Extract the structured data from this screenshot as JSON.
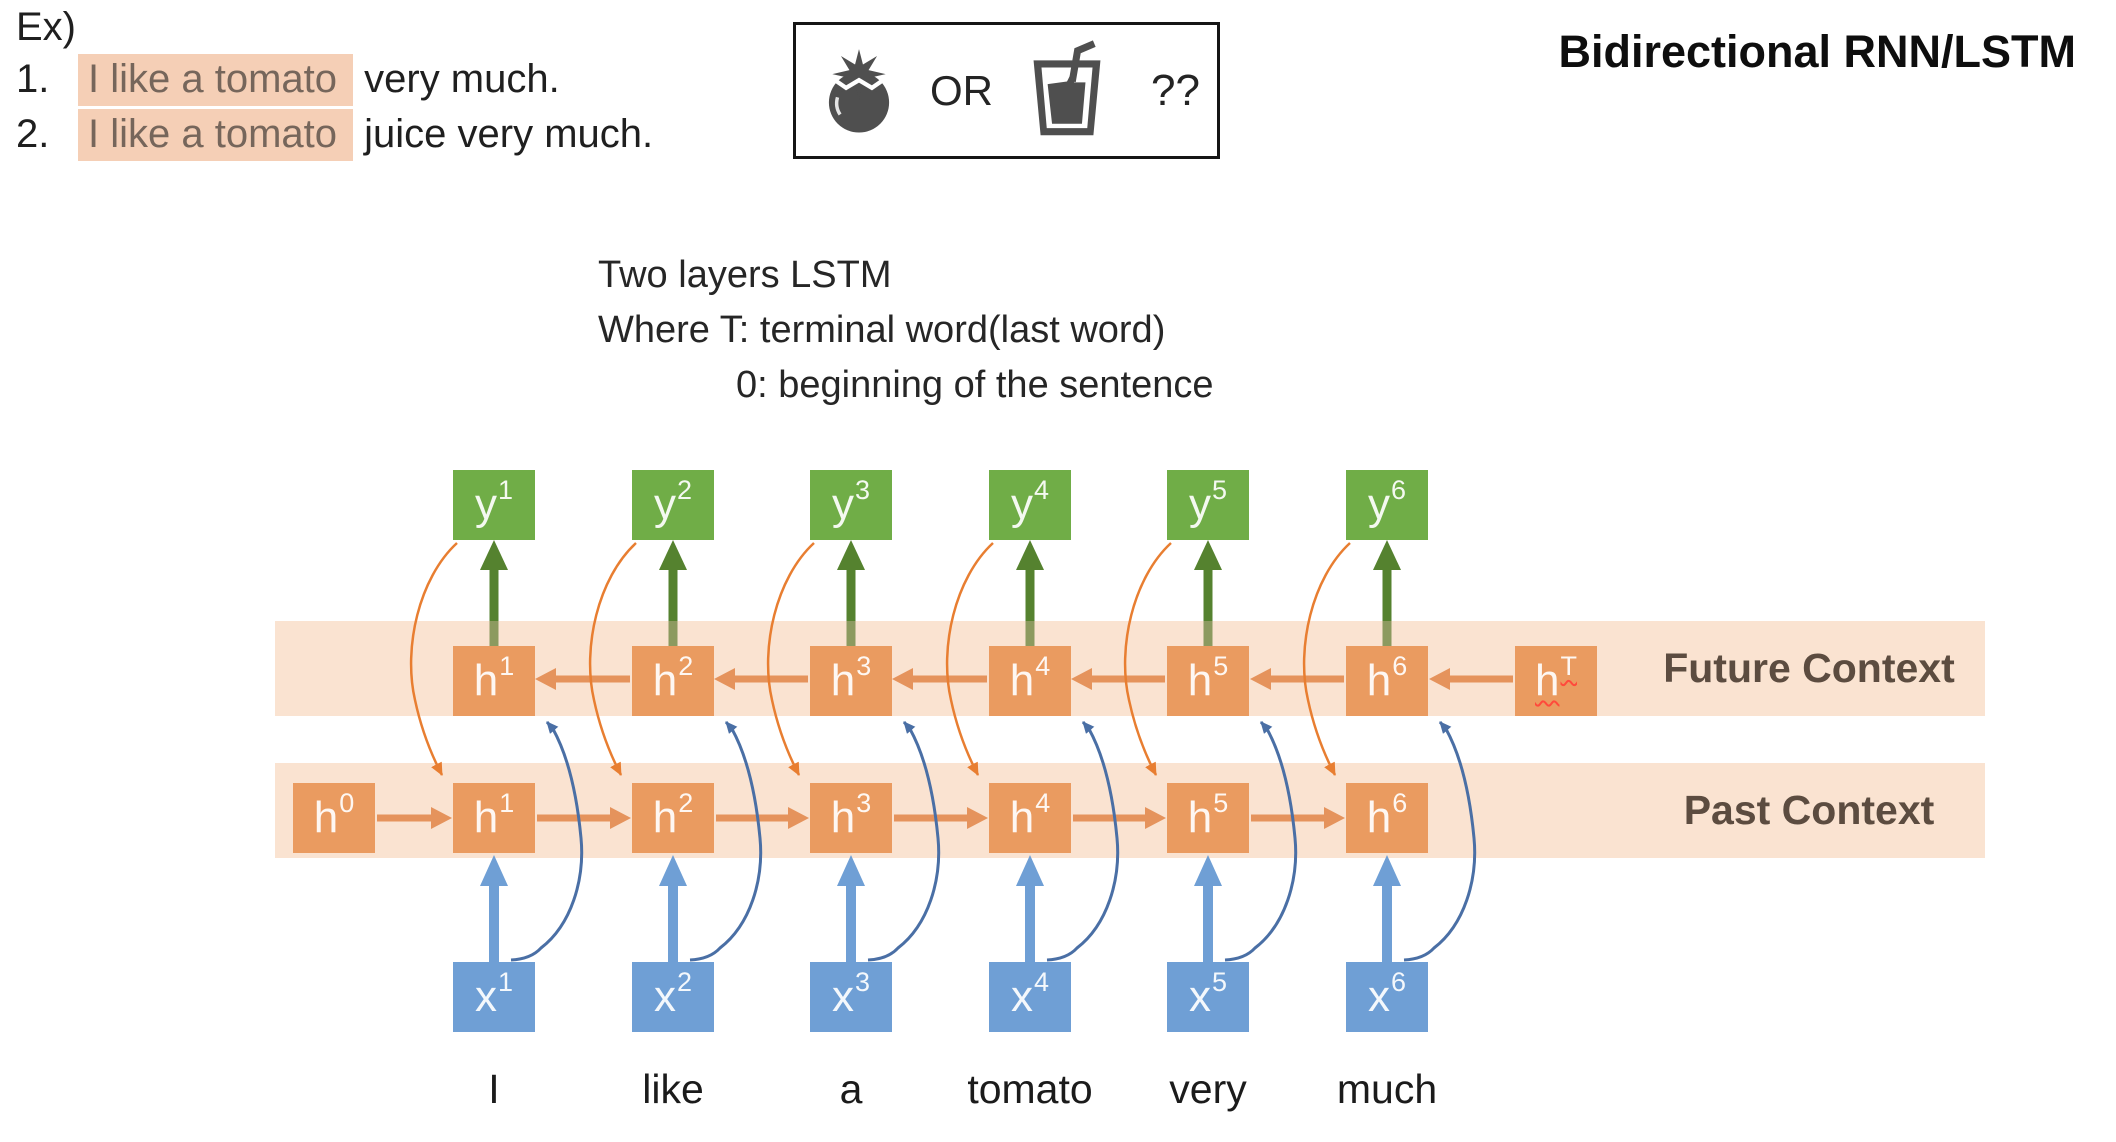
{
  "title": "Bidirectional RNN/LSTM",
  "example": {
    "heading": "Ex)",
    "items": [
      {
        "num": "1.",
        "highlight": "I like a tomato",
        "rest": " very much."
      },
      {
        "num": "2.",
        "highlight": "I like a tomato",
        "rest": " juice very much."
      }
    ]
  },
  "choice_box": {
    "icons": [
      "tomato-icon",
      "juice-glass-icon"
    ],
    "or_label": "OR",
    "question_label": "??"
  },
  "note": {
    "line1": "Two layers LSTM",
    "line2": "Where T: terminal word(last word)",
    "line3": "0: beginning of the sentence"
  },
  "diagram": {
    "future_label": "Future Context",
    "past_label": "Past Context",
    "y_nodes": [
      {
        "base": "y",
        "sup": "1"
      },
      {
        "base": "y",
        "sup": "2"
      },
      {
        "base": "y",
        "sup": "3"
      },
      {
        "base": "y",
        "sup": "4"
      },
      {
        "base": "y",
        "sup": "5"
      },
      {
        "base": "y",
        "sup": "6"
      }
    ],
    "future_nodes": [
      {
        "base": "h",
        "sup": "1"
      },
      {
        "base": "h",
        "sup": "2"
      },
      {
        "base": "h",
        "sup": "3"
      },
      {
        "base": "h",
        "sup": "4"
      },
      {
        "base": "h",
        "sup": "5"
      },
      {
        "base": "h",
        "sup": "6"
      }
    ],
    "future_terminal": {
      "base": "h",
      "sup": "T"
    },
    "past_initial": {
      "base": "h",
      "sup": "0"
    },
    "past_nodes": [
      {
        "base": "h",
        "sup": "1"
      },
      {
        "base": "h",
        "sup": "2"
      },
      {
        "base": "h",
        "sup": "3"
      },
      {
        "base": "h",
        "sup": "4"
      },
      {
        "base": "h",
        "sup": "5"
      },
      {
        "base": "h",
        "sup": "6"
      }
    ],
    "x_nodes": [
      {
        "base": "x",
        "sup": "1"
      },
      {
        "base": "x",
        "sup": "2"
      },
      {
        "base": "x",
        "sup": "3"
      },
      {
        "base": "x",
        "sup": "4"
      },
      {
        "base": "x",
        "sup": "5"
      },
      {
        "base": "x",
        "sup": "6"
      }
    ],
    "words": [
      "I",
      "like",
      "a",
      "tomato",
      "very",
      "much"
    ]
  },
  "colors": {
    "green_box": "#70AD47",
    "dark_green_arrow": "#55822F",
    "olive_arrow_segment": "#8C9A5F",
    "orange_box": "#EA9B60",
    "orange_arrow": "#E5935C",
    "thin_orange_connector": "#E87E31",
    "band_peach": "#FAE3D1",
    "blue_box": "#6F9FD5",
    "thin_blue_connector": "#4A6FA5",
    "highlight_peach": "#F5CFB6",
    "highlight_text": "#76665B",
    "band_label_text": "#5C4C40",
    "icon_gray": "#4F4F4F",
    "squiggle_red": "#FF4A3C"
  }
}
